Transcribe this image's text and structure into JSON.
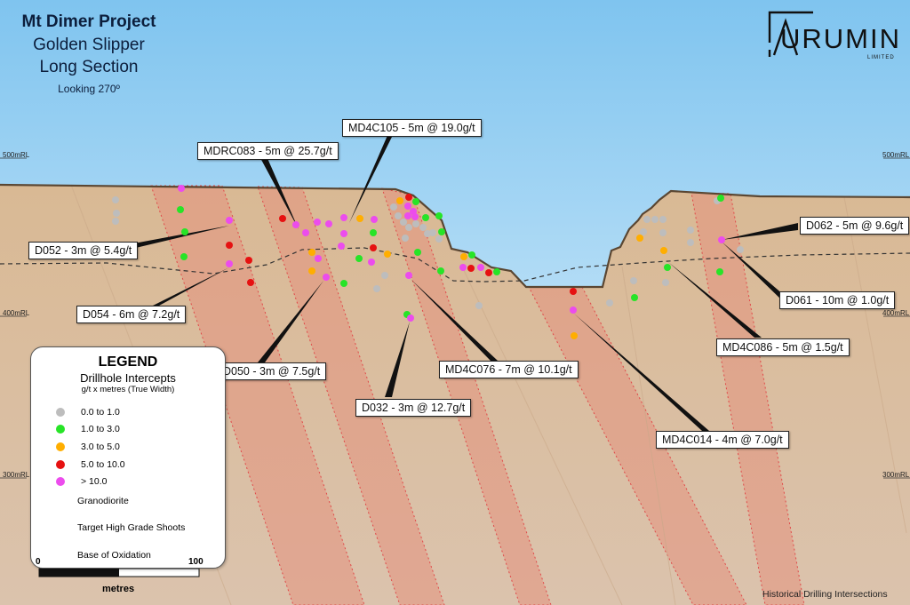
{
  "title": {
    "line1": "Mt Dimer Project",
    "line2": "Golden Slipper",
    "line3": "Long Section",
    "line4": "Looking 270º"
  },
  "logo": {
    "word": "URUMIN",
    "sub": "LIMITED",
    "icon": "aurumin-a-mark-icon"
  },
  "rl_labels": {
    "rl500": "500mRL",
    "rl400": "400mRL",
    "rl300": "300mRL"
  },
  "callouts": {
    "md4c105": "MD4C105 - 5m @ 19.0g/t",
    "mdrc083": "MDRC083 - 5m @ 25.7g/t",
    "d052": "D052 - 3m @ 5.4g/t",
    "d054": "D054 - 6m @ 7.2g/t",
    "d050": "D050 - 3m @ 7.5g/t",
    "d032": "D032 - 3m @ 12.7g/t",
    "md4c076": "MD4C076 - 7m @ 10.1g/t",
    "md4c014": "MD4C014 - 4m @ 7.0g/t",
    "md4c086": "MD4C086 - 5m @ 1.5g/t",
    "d061": "D061 - 10m @ 1.0g/t",
    "d062": "D062 - 5m @ 9.6g/t"
  },
  "legend": {
    "title": "LEGEND",
    "subtitle": "Drillhole Intercepts",
    "units": "g/t x metres (True Width)",
    "classes": [
      {
        "label": "0.0 to 1.0",
        "color": "#bdbdbd"
      },
      {
        "label": "1.0 to 3.0",
        "color": "#27e427"
      },
      {
        "label": "3.0 to 5.0",
        "color": "#ffae00"
      },
      {
        "label": "5.0 to 10.0",
        "color": "#e61111"
      },
      {
        "label": "> 10.0",
        "color": "#ec4ced"
      }
    ],
    "granodiorite": "Granodiorite",
    "shoots": "Target High Grade Shoots",
    "oxidation": "Base of Oxidation"
  },
  "scale": {
    "min": "0",
    "max": "100",
    "unit": "metres"
  },
  "footer": "Historical Drilling Intersections",
  "colors": {
    "sky_top": "#7fc4ef",
    "sky_bottom": "#eaf6fd",
    "ground": "#d6b796",
    "shoot": "#e3927d"
  }
}
